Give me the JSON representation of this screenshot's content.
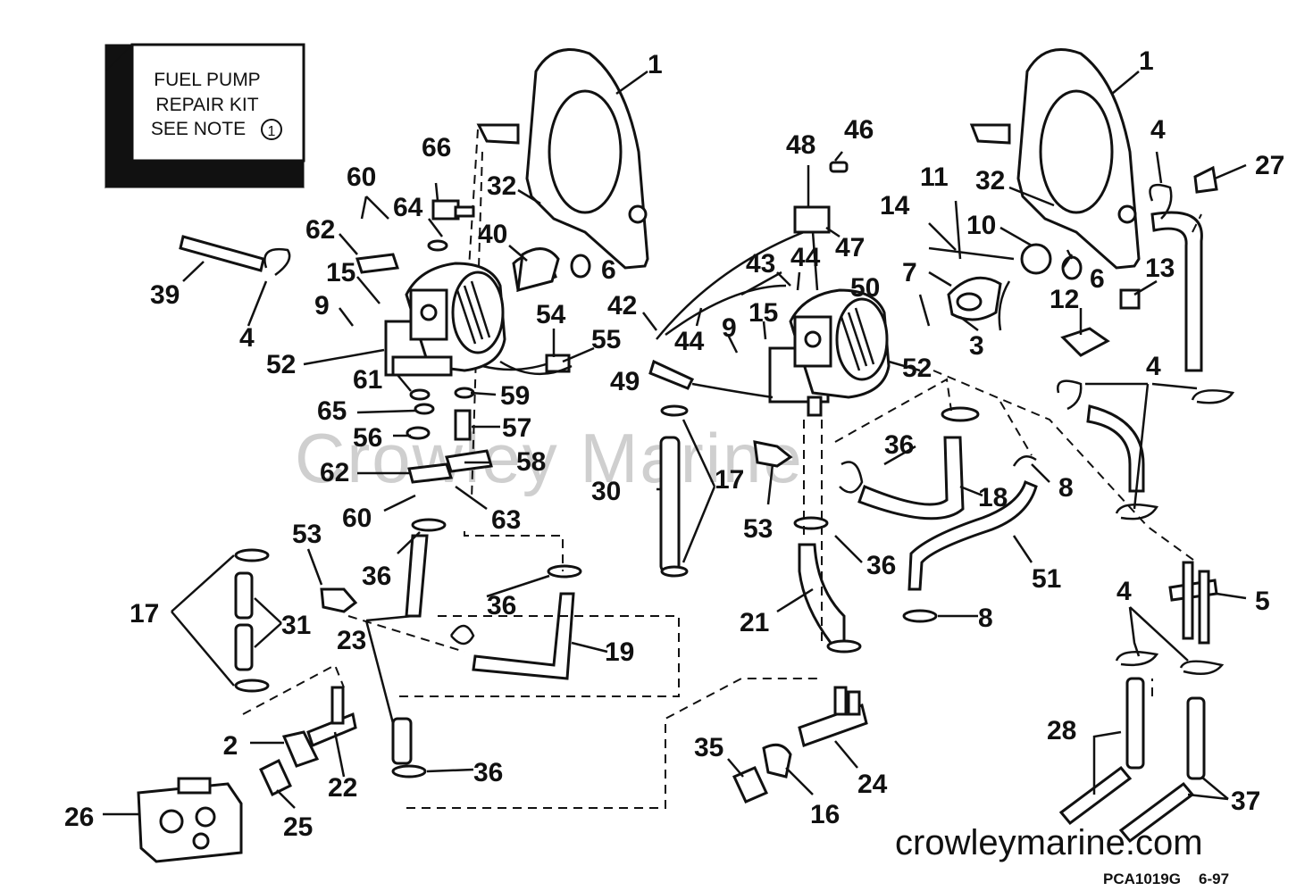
{
  "kit_box": {
    "line1": "FUEL PUMP",
    "line2": "REPAIR KIT",
    "line3": "SEE NOTE",
    "note_number": "1"
  },
  "watermark": "Crowley Marine",
  "website": "crowleymarine.com",
  "drawing_code": "PCA1019G",
  "drawing_date": "6-97",
  "callouts": {
    "c1a": "1",
    "c1b": "1",
    "c2": "2",
    "c3": "3",
    "c4a": "4",
    "c4b": "4",
    "c4c": "4",
    "c4d": "4",
    "c5": "5",
    "c6a": "6",
    "c6b": "6",
    "c7": "7",
    "c8a": "8",
    "c8b": "8",
    "c9a": "9",
    "c9b": "9",
    "c10": "10",
    "c11": "11",
    "c12": "12",
    "c13": "13",
    "c14": "14",
    "c15a": "15",
    "c15b": "15",
    "c16": "16",
    "c17a": "17",
    "c17b": "17",
    "c18": "18",
    "c19": "19",
    "c21": "21",
    "c22": "22",
    "c23": "23",
    "c24": "24",
    "c25": "25",
    "c26": "26",
    "c27": "27",
    "c28": "28",
    "c30": "30",
    "c31": "31",
    "c32a": "32",
    "c32b": "32",
    "c35": "35",
    "c36a": "36",
    "c36b": "36",
    "c36c": "36",
    "c36d": "36",
    "c36e": "36",
    "c37": "37",
    "c39": "39",
    "c40": "40",
    "c42": "42",
    "c43": "43",
    "c44a": "44",
    "c44b": "44",
    "c46": "46",
    "c47": "47",
    "c48": "48",
    "c49": "49",
    "c50": "50",
    "c51": "51",
    "c52a": "52",
    "c52b": "52",
    "c53a": "53",
    "c53b": "53",
    "c54": "54",
    "c55": "55",
    "c56": "56",
    "c57": "57",
    "c58": "58",
    "c59": "59",
    "c60a": "60",
    "c60b": "60",
    "c61": "61",
    "c62a": "62",
    "c62b": "62",
    "c63": "63",
    "c64": "64",
    "c65": "65",
    "c66": "66"
  }
}
